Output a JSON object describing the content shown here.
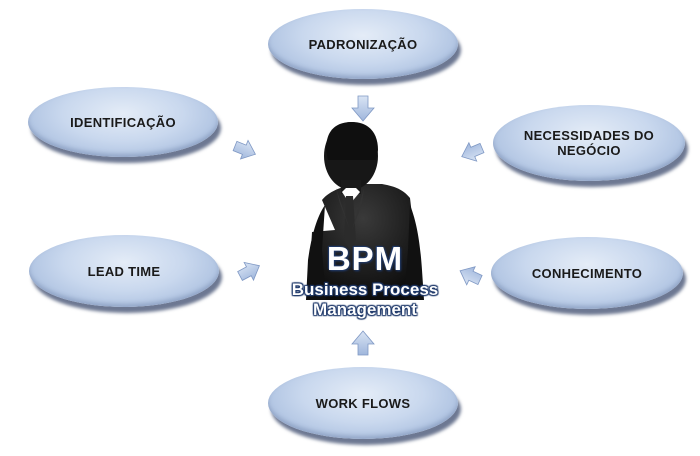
{
  "diagram": {
    "center": {
      "title": "BPM",
      "subtitle_line1": "Business Process",
      "subtitle_line2": "Management"
    },
    "nodes": {
      "padronizacao": "PADRONIZAÇÃO",
      "identificacao": "IDENTIFICAÇÃO",
      "necessidades": "NECESSIDADES DO\nNEGÓCIO",
      "leadtime": "LEAD TIME",
      "conhecimento": "CONHECIMENTO",
      "workflows": "WORK FLOWS"
    },
    "colors": {
      "ellipse_fill": "#c9d8ee",
      "arrow_fill": "#b3c6e6",
      "figure": "#1b1b1b"
    }
  }
}
